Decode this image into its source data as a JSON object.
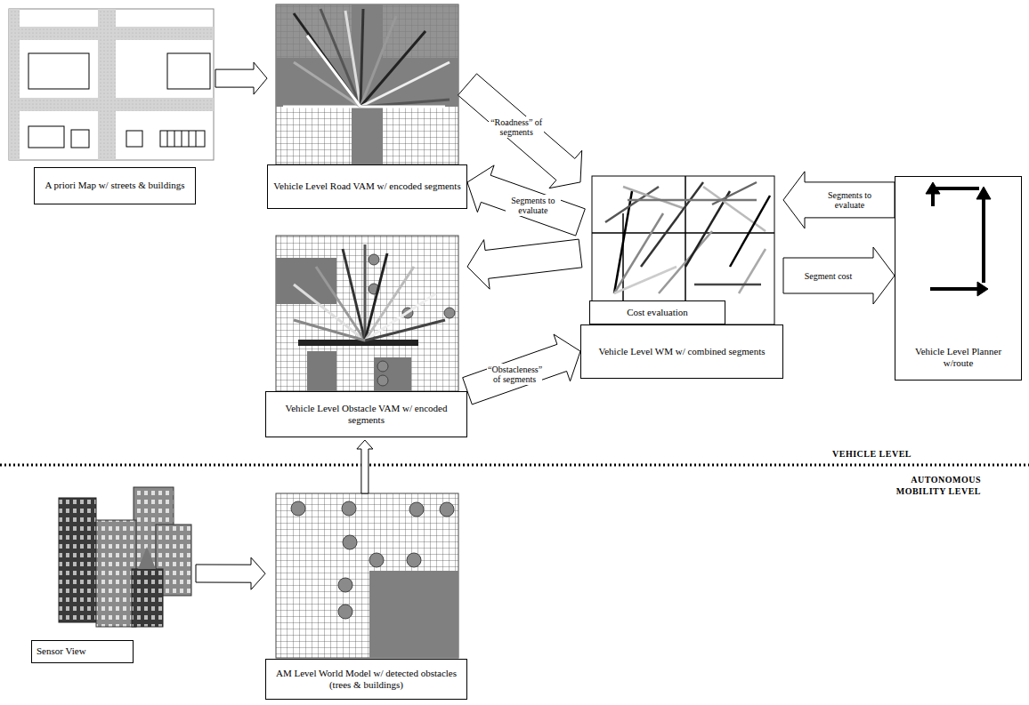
{
  "diagram": {
    "nodes": [
      {
        "text": [
          "A priori Map w/ streets & buildings"
        ]
      },
      {
        "text": [
          "Vehicle Level Road VAM w/ encoded segments"
        ]
      },
      {
        "text": [
          "Vehicle Level Obstacle VAM w/ encoded segments"
        ]
      },
      {
        "text": [
          "Vehicle Level WM w/ combined segments"
        ]
      },
      {
        "text": [
          "Cost evaluation"
        ],
        "in": 3
      },
      {
        "text": [
          "Vehicle Level Planner w/route"
        ]
      },
      {
        "text": [
          "Sensor View"
        ]
      },
      {
        "text": [
          "AM Level World Model w/ detected obstacles (trees & buildings)"
        ]
      }
    ],
    "edges": [
      {
        "from": 0,
        "to": 1,
        "arrow": "to"
      },
      {
        "from": 1,
        "to": 3,
        "label": "“Roadness” of segments",
        "arrow": "to"
      },
      {
        "from": 3,
        "to": 1,
        "label": "Segments to evaluate",
        "arrow": "to"
      },
      {
        "from": 3,
        "to": 2,
        "arrow": "to"
      },
      {
        "from": 2,
        "to": 3,
        "label": "“Obstacleness” of segments",
        "arrow": "to"
      },
      {
        "from": 5,
        "to": 3,
        "label": "Segments to evaluate",
        "arrow": "to"
      },
      {
        "from": 3,
        "to": 5,
        "label": "Segment cost",
        "arrow": "to"
      },
      {
        "from": 7,
        "to": 2,
        "arrow": "to"
      },
      {
        "from": 6,
        "to": 7,
        "arrow": "to"
      }
    ],
    "labels": [
      "VEHICLE LEVEL",
      "AUTONOMOUS MOBILITY LEVEL"
    ]
  }
}
